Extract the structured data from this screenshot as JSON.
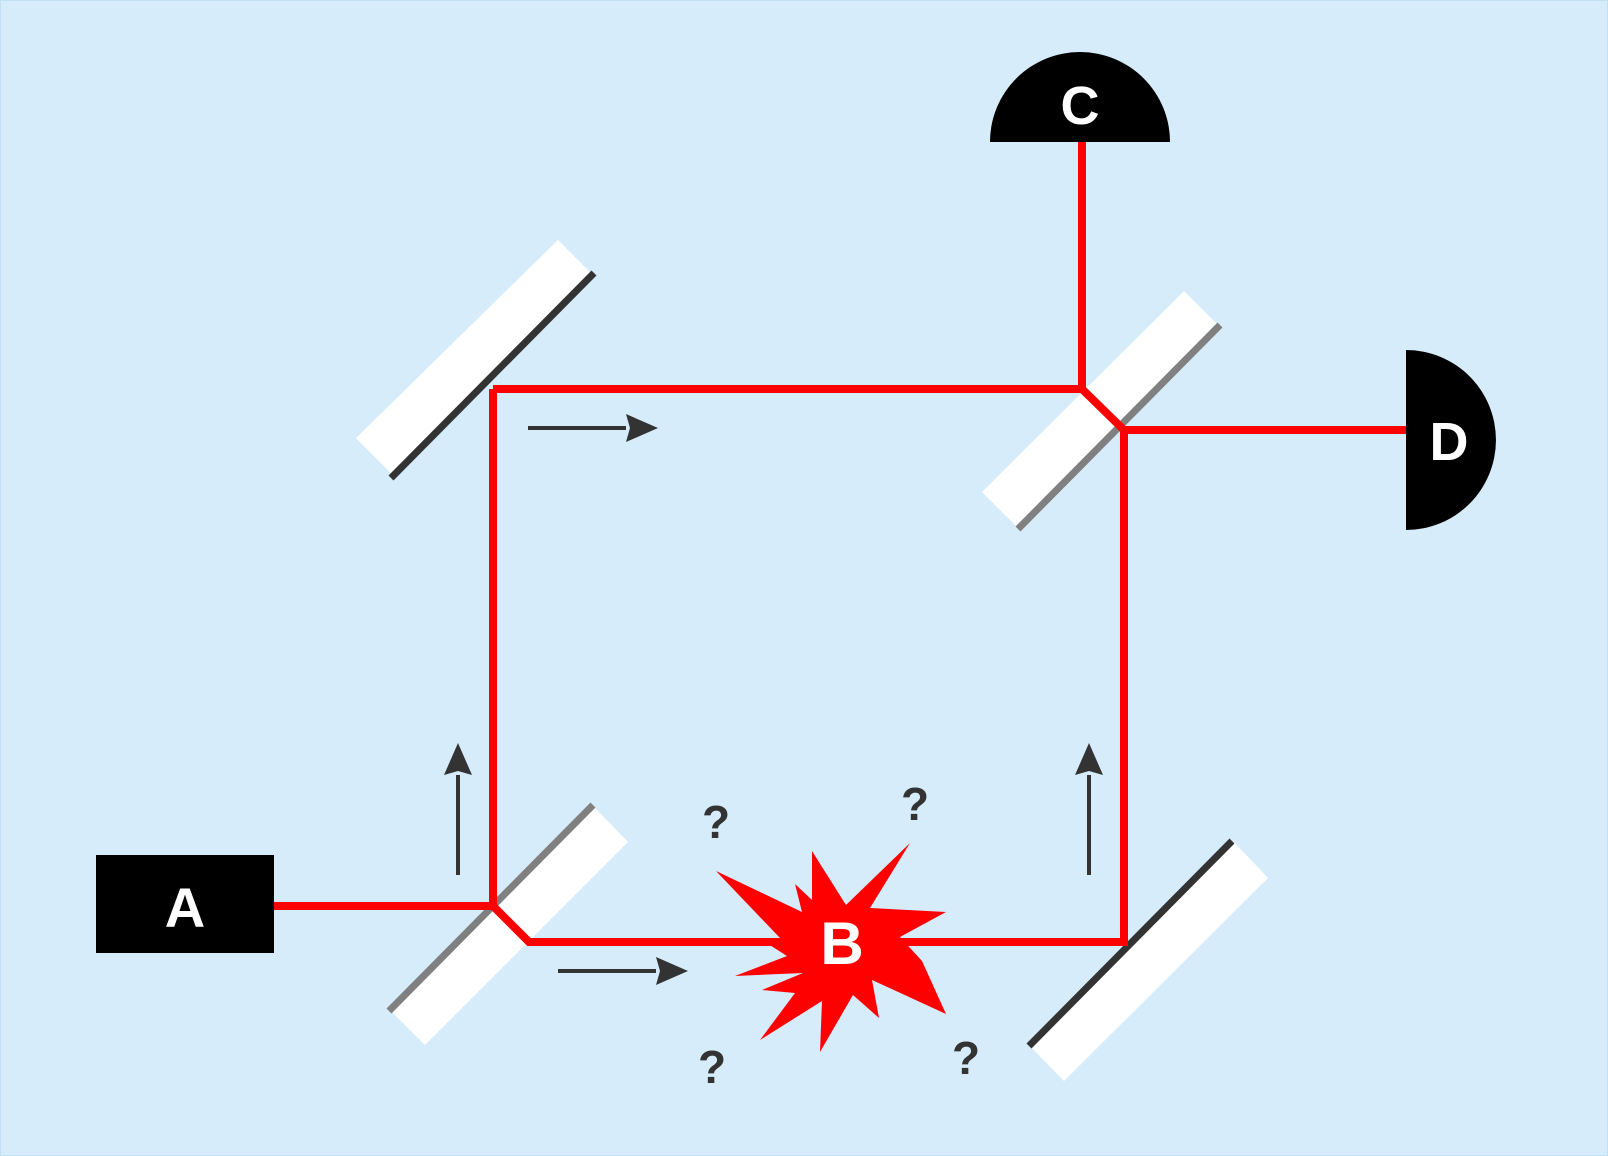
{
  "labels": {
    "source": "A",
    "bomb": "B",
    "detector_top": "C",
    "detector_right": "D"
  },
  "question_marks": [
    "?",
    "?",
    "?",
    "?"
  ],
  "colors": {
    "background": "#d6ecfb",
    "beam": "#ff0000",
    "mirror_face": "#ffffff",
    "mirror_reflective_edge": "#333333",
    "beam_splitter_edge": "#808080",
    "detector": "#000000",
    "arrow": "#333333",
    "label_text": "#ffffff"
  }
}
